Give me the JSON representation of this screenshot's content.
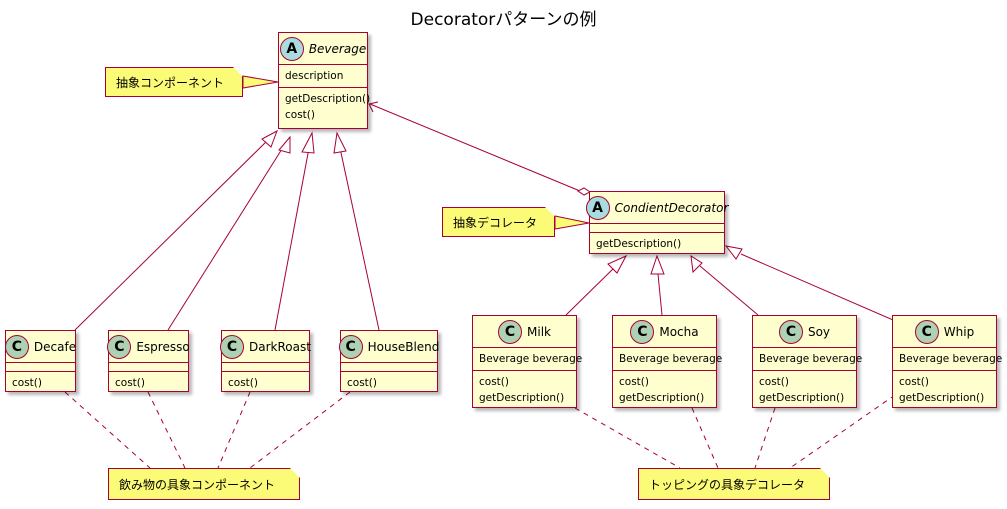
{
  "title": "Decoratorパターンの例",
  "colors": {
    "class_fill": "#FEFECE",
    "class_border": "#A80036",
    "note_fill": "#FBFB77",
    "abstract_badge": "#A9DCDF",
    "concrete_badge": "#ADD1B2"
  },
  "classes": {
    "beverage": {
      "badge": "A",
      "name": "Beverage",
      "fields": [
        "description"
      ],
      "methods": [
        "getDescription()",
        "cost()"
      ]
    },
    "condiment_decorator": {
      "badge": "A",
      "name": "CondientDecorator",
      "fields": [],
      "methods": [
        "getDescription()"
      ]
    },
    "decafe": {
      "badge": "C",
      "name": "Decafe",
      "fields": [],
      "methods": [
        "cost()"
      ]
    },
    "espresso": {
      "badge": "C",
      "name": "Espresso",
      "fields": [],
      "methods": [
        "cost()"
      ]
    },
    "dark_roast": {
      "badge": "C",
      "name": "DarkRoast",
      "fields": [],
      "methods": [
        "cost()"
      ]
    },
    "house_blend": {
      "badge": "C",
      "name": "HouseBlend",
      "fields": [],
      "methods": [
        "cost()"
      ]
    },
    "milk": {
      "badge": "C",
      "name": "Milk",
      "fields": [
        "Beverage beverage"
      ],
      "methods": [
        "cost()",
        "getDescription()"
      ]
    },
    "mocha": {
      "badge": "C",
      "name": "Mocha",
      "fields": [
        "Beverage beverage"
      ],
      "methods": [
        "cost()",
        "getDescription()"
      ]
    },
    "soy": {
      "badge": "C",
      "name": "Soy",
      "fields": [
        "Beverage beverage"
      ],
      "methods": [
        "cost()",
        "getDescription()"
      ]
    },
    "whip": {
      "badge": "C",
      "name": "Whip",
      "fields": [
        "Beverage beverage"
      ],
      "methods": [
        "cost()",
        "getDescription()"
      ]
    }
  },
  "notes": {
    "abstract_component": "抽象コンポーネント",
    "abstract_decorator": "抽象デコレータ",
    "concrete_components": "飲み物の具象コンポーネント",
    "concrete_decorators": "トッピングの具象デコレータ"
  }
}
